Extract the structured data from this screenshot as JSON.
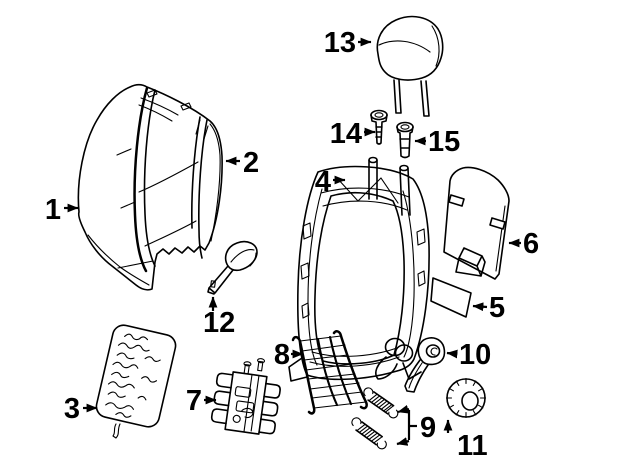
{
  "diagram": {
    "type": "exploded-parts-diagram",
    "subject": "Vehicle front seat back components",
    "background_color": "#ffffff",
    "line_color": "#000000",
    "label_color": "#000000",
    "callouts": [
      {
        "label": "1",
        "part": "seat-back-cover"
      },
      {
        "label": "2",
        "part": "seat-back-cushion"
      },
      {
        "label": "3",
        "part": "seat-heater-pad"
      },
      {
        "label": "4",
        "part": "seat-back-frame"
      },
      {
        "label": "5",
        "part": "adhesive-pad"
      },
      {
        "label": "6",
        "part": "seat-back-panel"
      },
      {
        "label": "7",
        "part": "mounting-bracket"
      },
      {
        "label": "8",
        "part": "lumbar-support-grid"
      },
      {
        "label": "9",
        "part": "tension-springs"
      },
      {
        "label": "10",
        "part": "recliner-handle"
      },
      {
        "label": "11",
        "part": "adjuster-knob"
      },
      {
        "label": "12",
        "part": "side-trim-piece"
      },
      {
        "label": "13",
        "part": "headrest"
      },
      {
        "label": "14",
        "part": "headrest-guide-bolt"
      },
      {
        "label": "15",
        "part": "headrest-guide-sleeve"
      }
    ]
  }
}
